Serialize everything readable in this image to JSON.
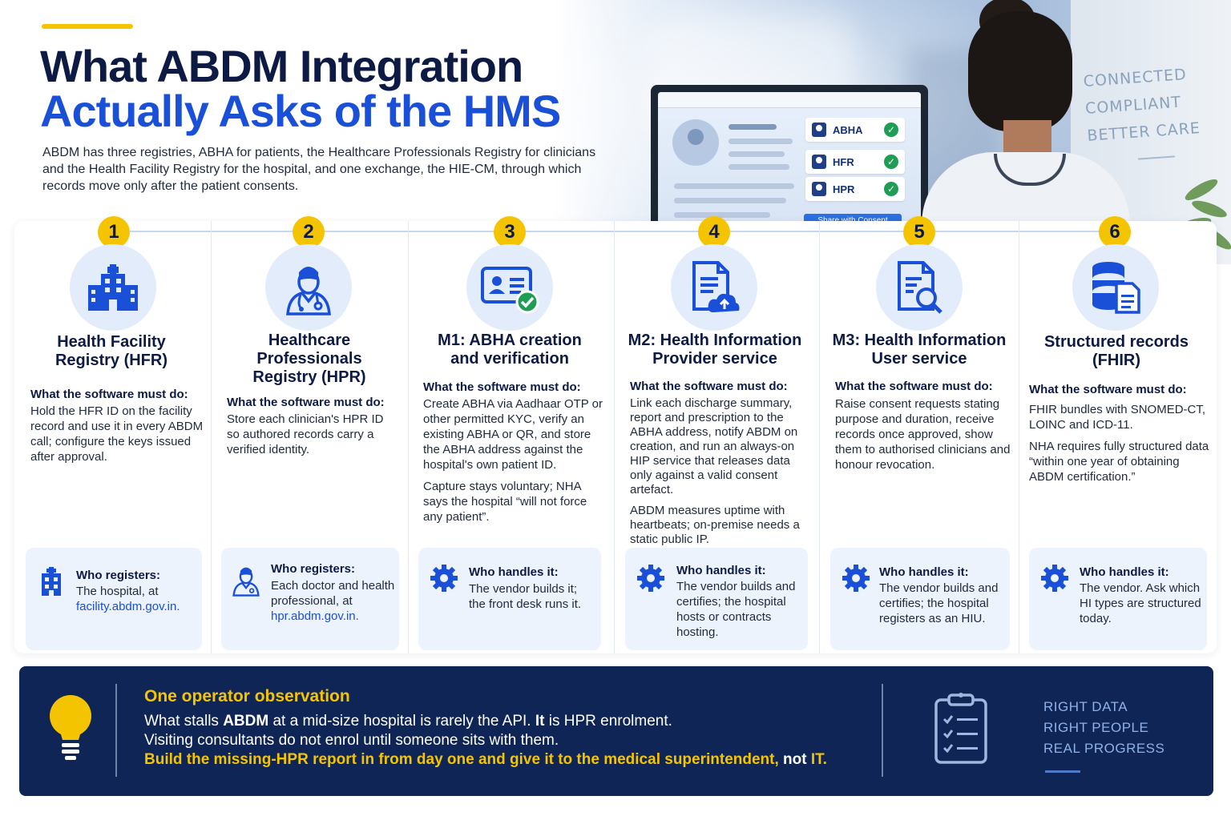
{
  "hero": {
    "title_line1": "What ABDM Integration",
    "title_line2": "Actually Asks of the HMS",
    "intro": "ABDM has three registries, ABHA for patients, the Healthcare Professionals Registry for clinicians and the Health Facility Registry for the hospital, and one exchange, the HIE-CM, through which records move only after the patient consents.",
    "wall_text": [
      "CONNECTED",
      "COMPLIANT",
      "BETTER CARE"
    ],
    "screen": {
      "registries": [
        "ABHA",
        "HFR",
        "HPR"
      ],
      "share_button": "Share with Consent"
    }
  },
  "steps": [
    {
      "number": "1",
      "icon": "hospital-icon",
      "title": "Health Facility Registry (HFR)",
      "must_label": "What the software must do:",
      "text": [
        "Hold the HFR ID on the facility record and use it in every ABDM call; configure the keys issued after approval."
      ],
      "who_heading": "Who registers:",
      "who_text": "The hospital, at",
      "who_link": "facility.abdm.gov.in."
    },
    {
      "number": "2",
      "icon": "doctor-icon",
      "title": "Healthcare Professionals Registry (HPR)",
      "must_label": "What the software must do:",
      "text": [
        "Store each clinician's HPR ID so authored records carry a verified identity."
      ],
      "who_heading": "Who registers:",
      "who_text": "Each doctor and health professional, at",
      "who_link": "hpr.abdm.gov.in."
    },
    {
      "number": "3",
      "icon": "id-card-icon",
      "title": "M1: ABHA creation and verification",
      "must_label": "What the software must do:",
      "text": [
        "Create ABHA via Aadhaar OTP or other permitted KYC, verify an existing ABHA or QR, and store the ABHA address against the hospital's own patient ID.",
        "Capture stays voluntary; NHA says the hospital “will not force any patient”."
      ],
      "who_heading": "Who handles it:",
      "who_text": "The vendor builds it; the front desk runs it.",
      "who_link": ""
    },
    {
      "number": "4",
      "icon": "document-upload-icon",
      "title": "M2: Health Information Provider service",
      "must_label": "What the software must do:",
      "text": [
        "Link each discharge summary, report and prescription to the ABHA address, notify ABDM on creation, and run an always-on HIP service that releases data only against a valid consent artefact.",
        "ABDM measures uptime with heartbeats; on-premise needs a static public IP."
      ],
      "who_heading": "Who handles it:",
      "who_text": "The vendor builds and certifies; the hospital hosts or contracts hosting.",
      "who_link": ""
    },
    {
      "number": "5",
      "icon": "document-search-icon",
      "title": "M3: Health Information User service",
      "must_label": "What the software must do:",
      "text": [
        "Raise consent requests stating purpose and duration, receive records once approved, show them to authorised clinicians and honour revocation."
      ],
      "who_heading": "Who handles it:",
      "who_text": "The vendor builds and certifies; the hospital registers as an HIU.",
      "who_link": ""
    },
    {
      "number": "6",
      "icon": "database-icon",
      "title": "Structured records (FHIR)",
      "must_label": "What the software must do:",
      "text": [
        "FHIR bundles with SNOMED-CT, LOINC and ICD-11.",
        "NHA requires fully structured data “within one year of obtaining ABDM certification.”"
      ],
      "who_heading": "Who handles it:",
      "who_text": "The vendor. Ask which HI types are structured today.",
      "who_link": ""
    }
  ],
  "banner": {
    "title": "One operator observation",
    "line1_a": "What stalls ",
    "line1_b": "ABDM",
    "line1_c": " at a mid-size hospital is rarely the API. ",
    "line1_d": "It",
    "line1_e": " is HPR enrolment.",
    "line2": "Visiting consultants do not enrol until someone sits with them.",
    "highlight_a": "Build the missing-HPR report in from day one and give it to the medical superintendent, ",
    "highlight_b": "not",
    "highlight_c": " IT.",
    "tags": [
      "RIGHT DATA",
      "RIGHT PEOPLE",
      "REAL PROGRESS"
    ]
  },
  "colors": {
    "navy": "#0d1b44",
    "blue": "#1a4fd8",
    "yellow": "#f5c400",
    "banner": "#0f2556",
    "icon_bg": "#e3ecfb",
    "who_bg": "#edf3fc"
  }
}
